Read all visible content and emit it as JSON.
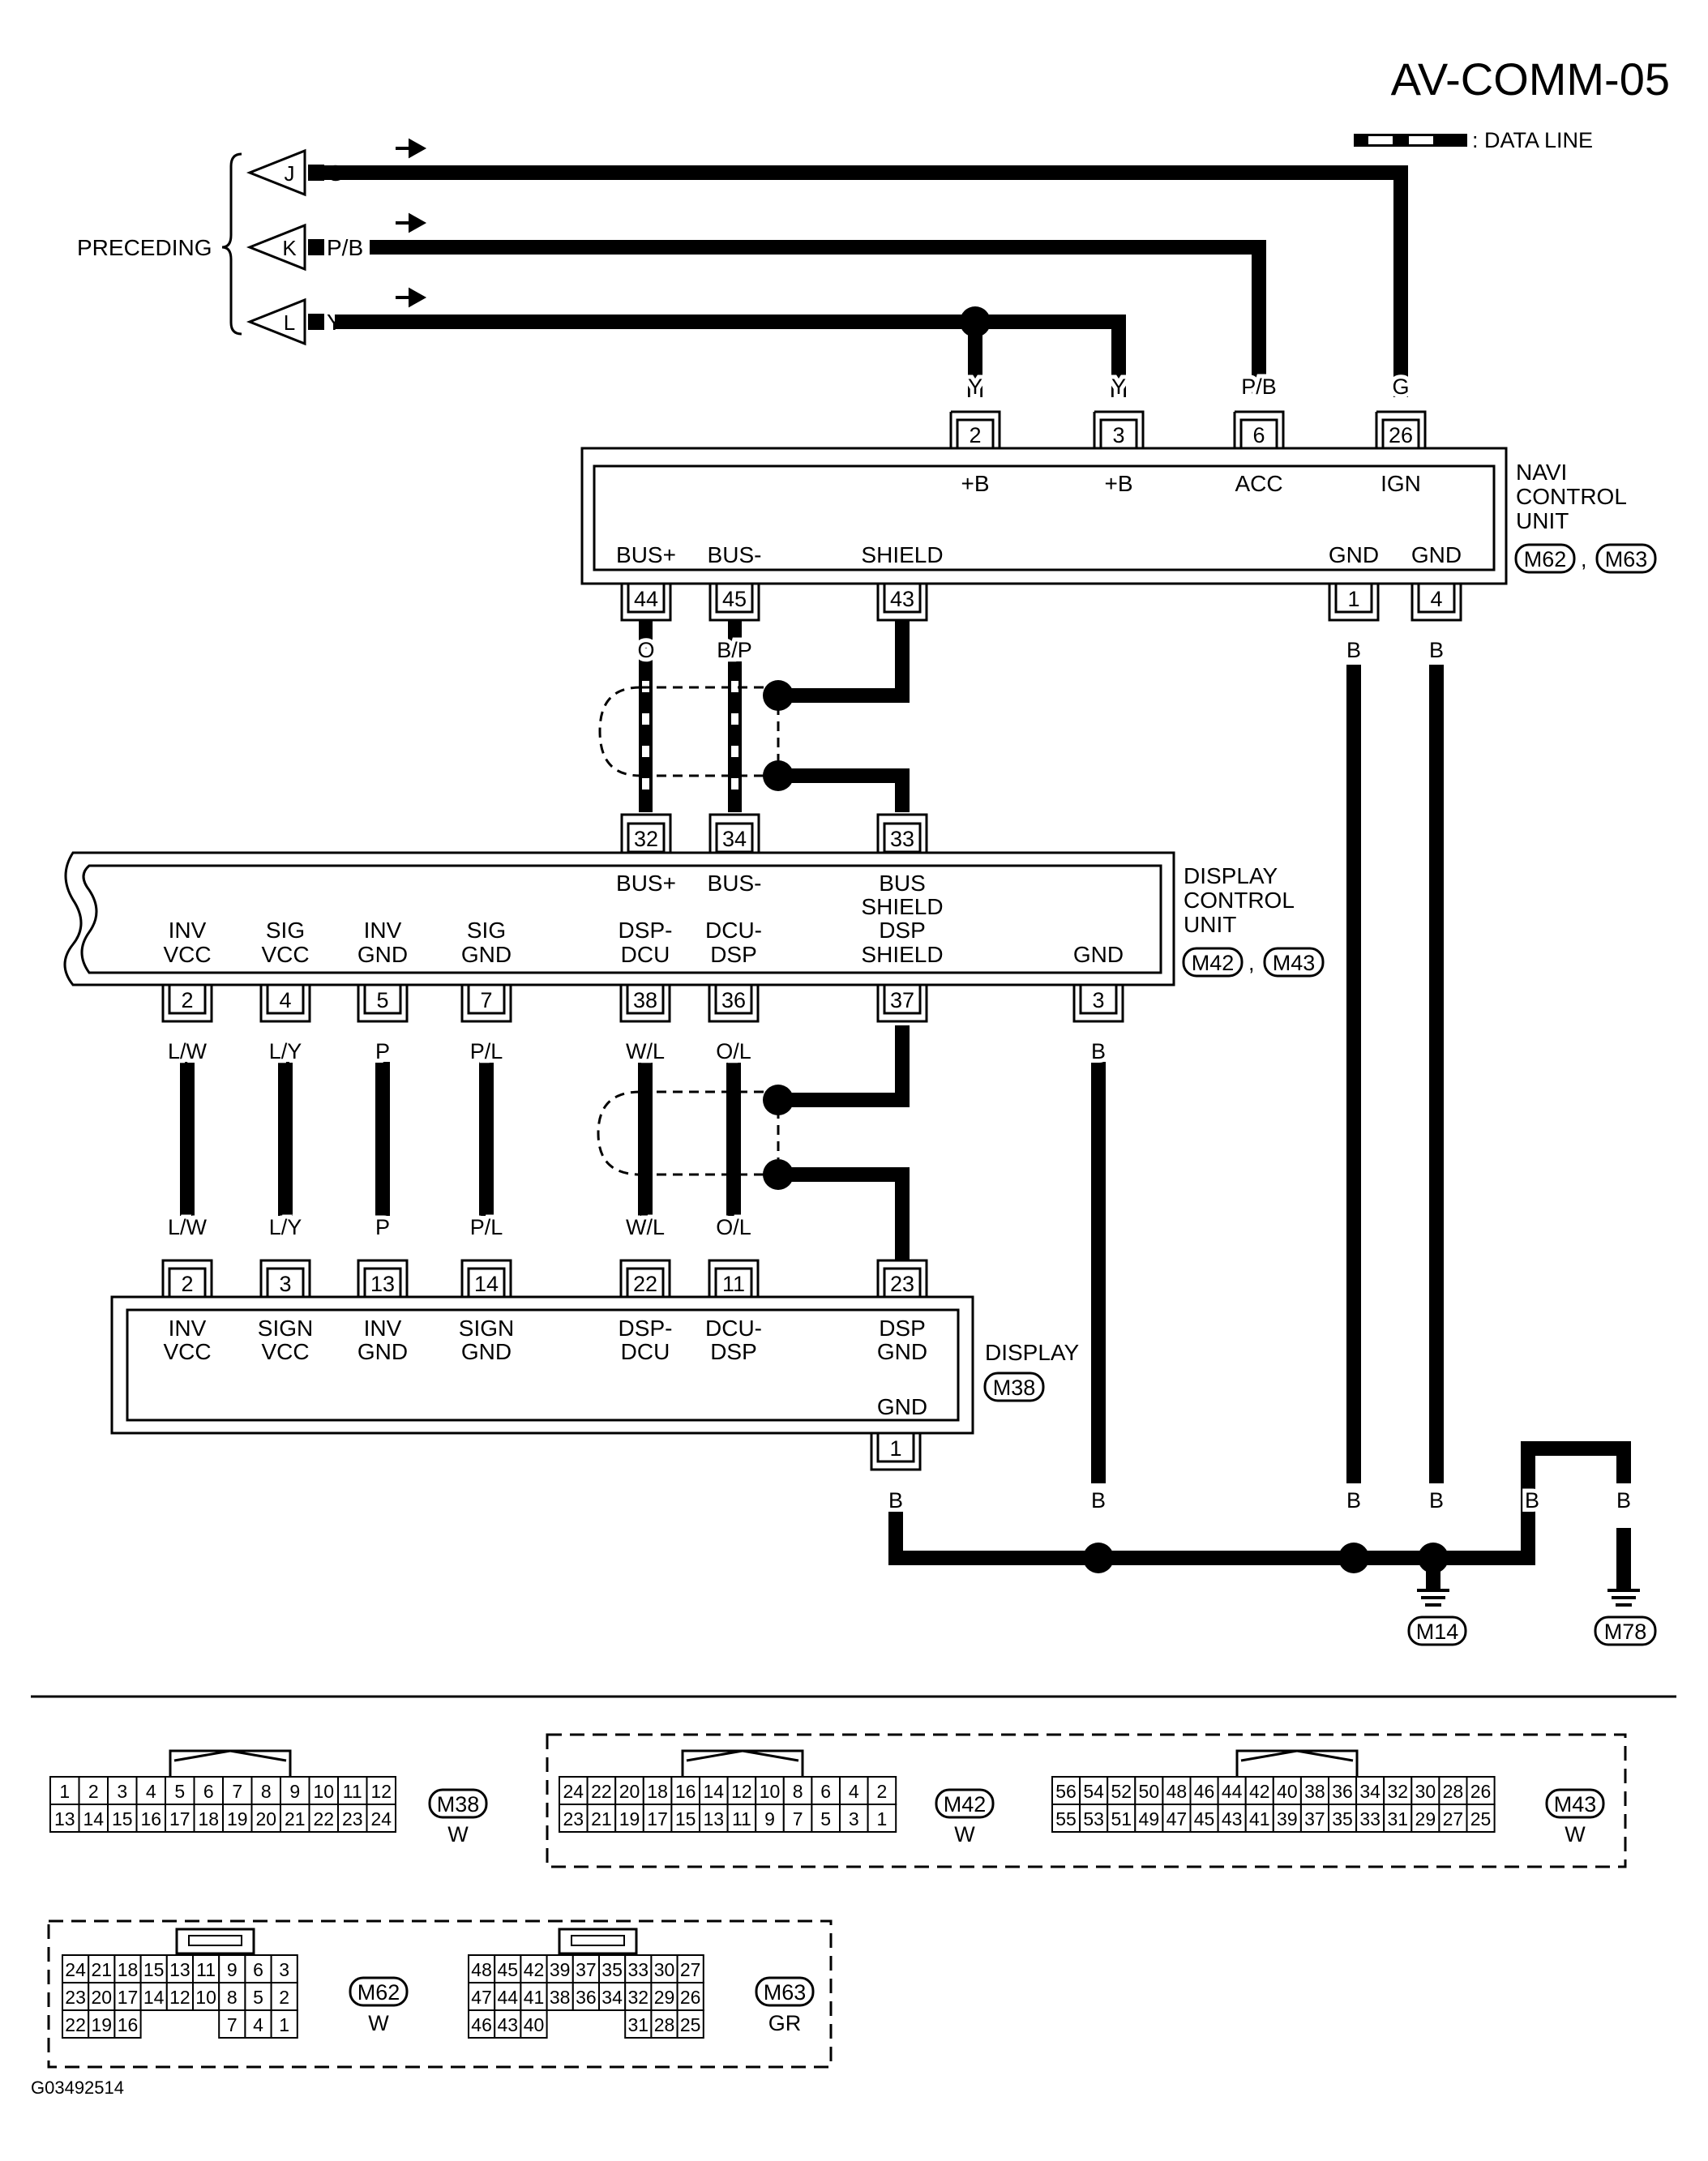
{
  "title": "AV-COMM-05",
  "legend": {
    "label": ": DATA LINE"
  },
  "figure_id": "G03492514",
  "preceding": {
    "label": "PRECEDING",
    "connectors": [
      {
        "id": "J",
        "color": "G"
      },
      {
        "id": "K",
        "color": "P/B"
      },
      {
        "id": "L",
        "color": "Y"
      }
    ]
  },
  "navi": {
    "title": [
      "NAVI",
      "CONTROL",
      "UNIT"
    ],
    "connectors": [
      "M62",
      "M63"
    ],
    "top_pins": [
      {
        "pin": "2",
        "label": "+B",
        "wire": "Y"
      },
      {
        "pin": "3",
        "label": "+B",
        "wire": "Y"
      },
      {
        "pin": "6",
        "label": "ACC",
        "wire": "P/B"
      },
      {
        "pin": "26",
        "label": "IGN",
        "wire": "G"
      }
    ],
    "bottom_pins": [
      {
        "pin": "44",
        "label": "BUS+",
        "wire": "O"
      },
      {
        "pin": "45",
        "label": "BUS-",
        "wire": "B/P"
      },
      {
        "pin": "43",
        "label": "SHIELD",
        "wire": ""
      },
      {
        "pin": "1",
        "label": "GND",
        "wire": "B"
      },
      {
        "pin": "4",
        "label": "GND",
        "wire": "B"
      }
    ]
  },
  "dcu": {
    "title": [
      "DISPLAY",
      "CONTROL",
      "UNIT"
    ],
    "connectors": [
      "M42",
      "M43"
    ],
    "top_pins": [
      {
        "pin": "32",
        "label": [
          "BUS+"
        ]
      },
      {
        "pin": "34",
        "label": [
          "BUS-"
        ]
      },
      {
        "pin": "33",
        "label": [
          "BUS",
          "SHIELD"
        ]
      }
    ],
    "bottom_pins": [
      {
        "pin": "2",
        "label": [
          "INV",
          "VCC"
        ],
        "wire": "L/W"
      },
      {
        "pin": "4",
        "label": [
          "SIG",
          "VCC"
        ],
        "wire": "L/Y"
      },
      {
        "pin": "5",
        "label": [
          "INV",
          "GND"
        ],
        "wire": "P"
      },
      {
        "pin": "7",
        "label": [
          "SIG",
          "GND"
        ],
        "wire": "P/L"
      },
      {
        "pin": "38",
        "label": [
          "DSP-",
          "DCU"
        ],
        "wire": "W/L"
      },
      {
        "pin": "36",
        "label": [
          "DCU-",
          "DSP"
        ],
        "wire": "O/L"
      },
      {
        "pin": "37",
        "label": [
          "DSP",
          "SHIELD"
        ],
        "wire": ""
      },
      {
        "pin": "3",
        "label": [
          "GND"
        ],
        "wire": "B"
      }
    ]
  },
  "display": {
    "title": "DISPLAY",
    "connector": "M38",
    "top_pins": [
      {
        "pin": "2",
        "label": [
          "INV",
          "VCC"
        ],
        "wire": "L/W"
      },
      {
        "pin": "3",
        "label": [
          "SIGN",
          "VCC"
        ],
        "wire": "L/Y"
      },
      {
        "pin": "13",
        "label": [
          "INV",
          "GND"
        ],
        "wire": "P"
      },
      {
        "pin": "14",
        "label": [
          "SIGN",
          "GND"
        ],
        "wire": "P/L"
      },
      {
        "pin": "22",
        "label": [
          "DSP-",
          "DCU"
        ],
        "wire": "W/L"
      },
      {
        "pin": "11",
        "label": [
          "DCU-",
          "DSP"
        ],
        "wire": "O/L"
      },
      {
        "pin": "23",
        "label": [
          "DSP",
          "GND"
        ],
        "wire": ""
      }
    ],
    "bottom_pin": {
      "pin": "1",
      "label": "GND",
      "wire": "B"
    }
  },
  "ground": {
    "wire_color": "B",
    "grounds": [
      "M14",
      "M78"
    ]
  },
  "connector_views": [
    {
      "id": "M38",
      "color": "W",
      "rows": [
        [
          "1",
          "2",
          "3",
          "4",
          "5",
          "6",
          "7",
          "8",
          "9",
          "10",
          "11",
          "12"
        ],
        [
          "13",
          "14",
          "15",
          "16",
          "17",
          "18",
          "19",
          "20",
          "21",
          "22",
          "23",
          "24"
        ]
      ]
    },
    {
      "id": "M42",
      "color": "W",
      "rows": [
        [
          "24",
          "22",
          "20",
          "18",
          "16",
          "14",
          "12",
          "10",
          "8",
          "6",
          "4",
          "2"
        ],
        [
          "23",
          "21",
          "19",
          "17",
          "15",
          "13",
          "11",
          "9",
          "7",
          "5",
          "3",
          "1"
        ]
      ]
    },
    {
      "id": "M43",
      "color": "W",
      "rows": [
        [
          "56",
          "54",
          "52",
          "50",
          "48",
          "46",
          "44",
          "42",
          "40",
          "38",
          "36",
          "34",
          "32",
          "30",
          "28",
          "26"
        ],
        [
          "55",
          "53",
          "51",
          "49",
          "47",
          "45",
          "43",
          "41",
          "39",
          "37",
          "35",
          "33",
          "31",
          "29",
          "27",
          "25"
        ]
      ]
    },
    {
      "id": "M62",
      "color": "W",
      "rows": [
        [
          "24",
          "21",
          "18",
          "15",
          "13",
          "11",
          "9",
          "6",
          "3"
        ],
        [
          "23",
          "20",
          "17",
          "14",
          "12",
          "10",
          "8",
          "5",
          "2"
        ],
        [
          "22",
          "19",
          "16",
          "",
          "",
          "",
          "7",
          "4",
          "1"
        ]
      ]
    },
    {
      "id": "M63",
      "color": "GR",
      "rows": [
        [
          "48",
          "45",
          "42",
          "39",
          "37",
          "35",
          "33",
          "30",
          "27"
        ],
        [
          "47",
          "44",
          "41",
          "38",
          "36",
          "34",
          "32",
          "29",
          "26"
        ],
        [
          "46",
          "43",
          "40",
          "",
          "",
          "",
          "31",
          "28",
          "25"
        ]
      ]
    }
  ]
}
